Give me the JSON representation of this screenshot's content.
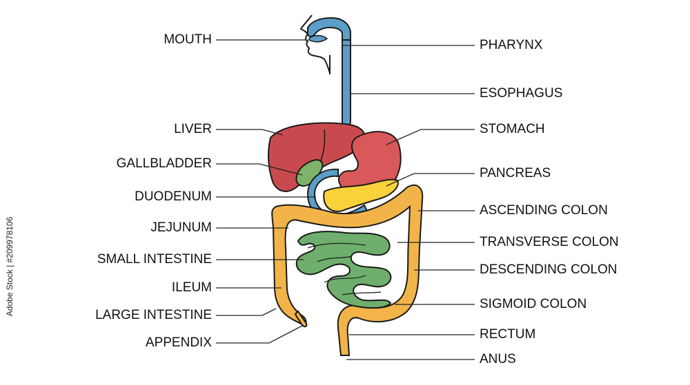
{
  "left_labels": {
    "mouth": "MOUTH",
    "liver": "LIVER",
    "gallbladder": "GALLBLADDER",
    "duodenum": "DUODENUM",
    "jejunum": "JEJUNUM",
    "small_intestine": "SMALL INTESTINE",
    "ileum": "ILEUM",
    "large_intestine": "LARGE INTESTINE",
    "appendix": "APPENDIX"
  },
  "right_labels": {
    "pharynx": "PHARYNX",
    "esophagus": "ESOPHAGUS",
    "stomach": "STOMACH",
    "pancreas": "PANCREAS",
    "ascending_colon": "ASCENDING COLON",
    "transverse_colon": "TRANSVERSE COLON",
    "descending_colon": "DESCENDING COLON",
    "sigmoid_colon": "SIGMOID COLON",
    "rectum": "RECTUM",
    "anus": "ANUS"
  },
  "watermark": {
    "side_text": "Adobe Stock | #209978106"
  },
  "colors": {
    "liver": "#c94a4e",
    "stomach": "#d9585a",
    "gallbladder": "#7db46a",
    "esophagus": "#5b9fc9",
    "pancreas": "#f7d23a",
    "large_intestine": "#f2b449",
    "small_intestine": "#6fae6d",
    "outline": "#1a1a1a",
    "leader_line": "#222222"
  }
}
